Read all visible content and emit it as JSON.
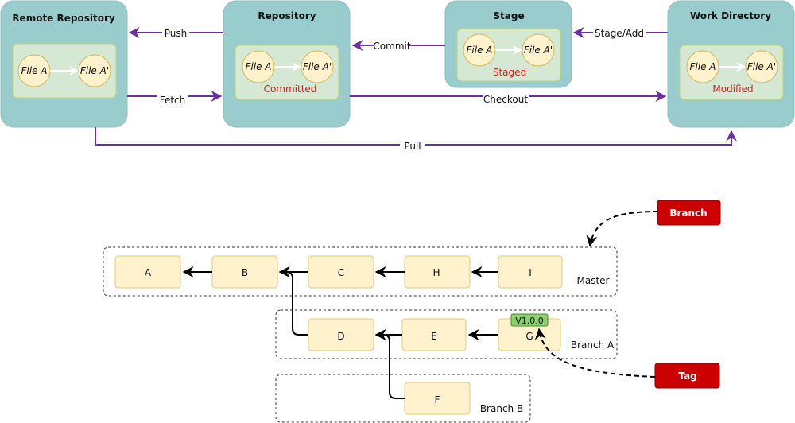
{
  "colors": {
    "panel": "#99cccc",
    "inner": "#d5e8d4",
    "inner_border": "#c6d46a",
    "file_fill": "#fff2cc",
    "file_border": "#d6b656",
    "flow_arrow": "#6a2fa0",
    "status_text": "#e01b1b",
    "tag_red": "#cc0000",
    "version_green": "#8ccf6f"
  },
  "top": {
    "remote": {
      "title": "Remote Repository",
      "file_a": "File A",
      "file_b": "File A'"
    },
    "repository": {
      "title": "Repository",
      "file_a": "File A",
      "file_b": "File A'",
      "status": "Committed"
    },
    "stage": {
      "title": "Stage",
      "file_a": "File A",
      "file_b": "File A'",
      "status": "Staged"
    },
    "workdir": {
      "title": "Work Directory",
      "file_a": "File A",
      "file_b": "File A'",
      "status": "Modified"
    },
    "edges": {
      "push": "Push",
      "fetch": "Fetch",
      "commit": "Commit",
      "stage_add": "Stage/Add",
      "checkout": "Checkout",
      "pull": "Pull"
    }
  },
  "graph": {
    "commits": {
      "a": "A",
      "b": "B",
      "c": "C",
      "h": "H",
      "i": "I",
      "d": "D",
      "e": "E",
      "g": "G",
      "f": "F"
    },
    "branches": {
      "master": "Master",
      "branch_a": "Branch A",
      "branch_b": "Branch B"
    },
    "branch_label": "Branch",
    "tag_label": "Tag",
    "version": "V1.0.0"
  }
}
